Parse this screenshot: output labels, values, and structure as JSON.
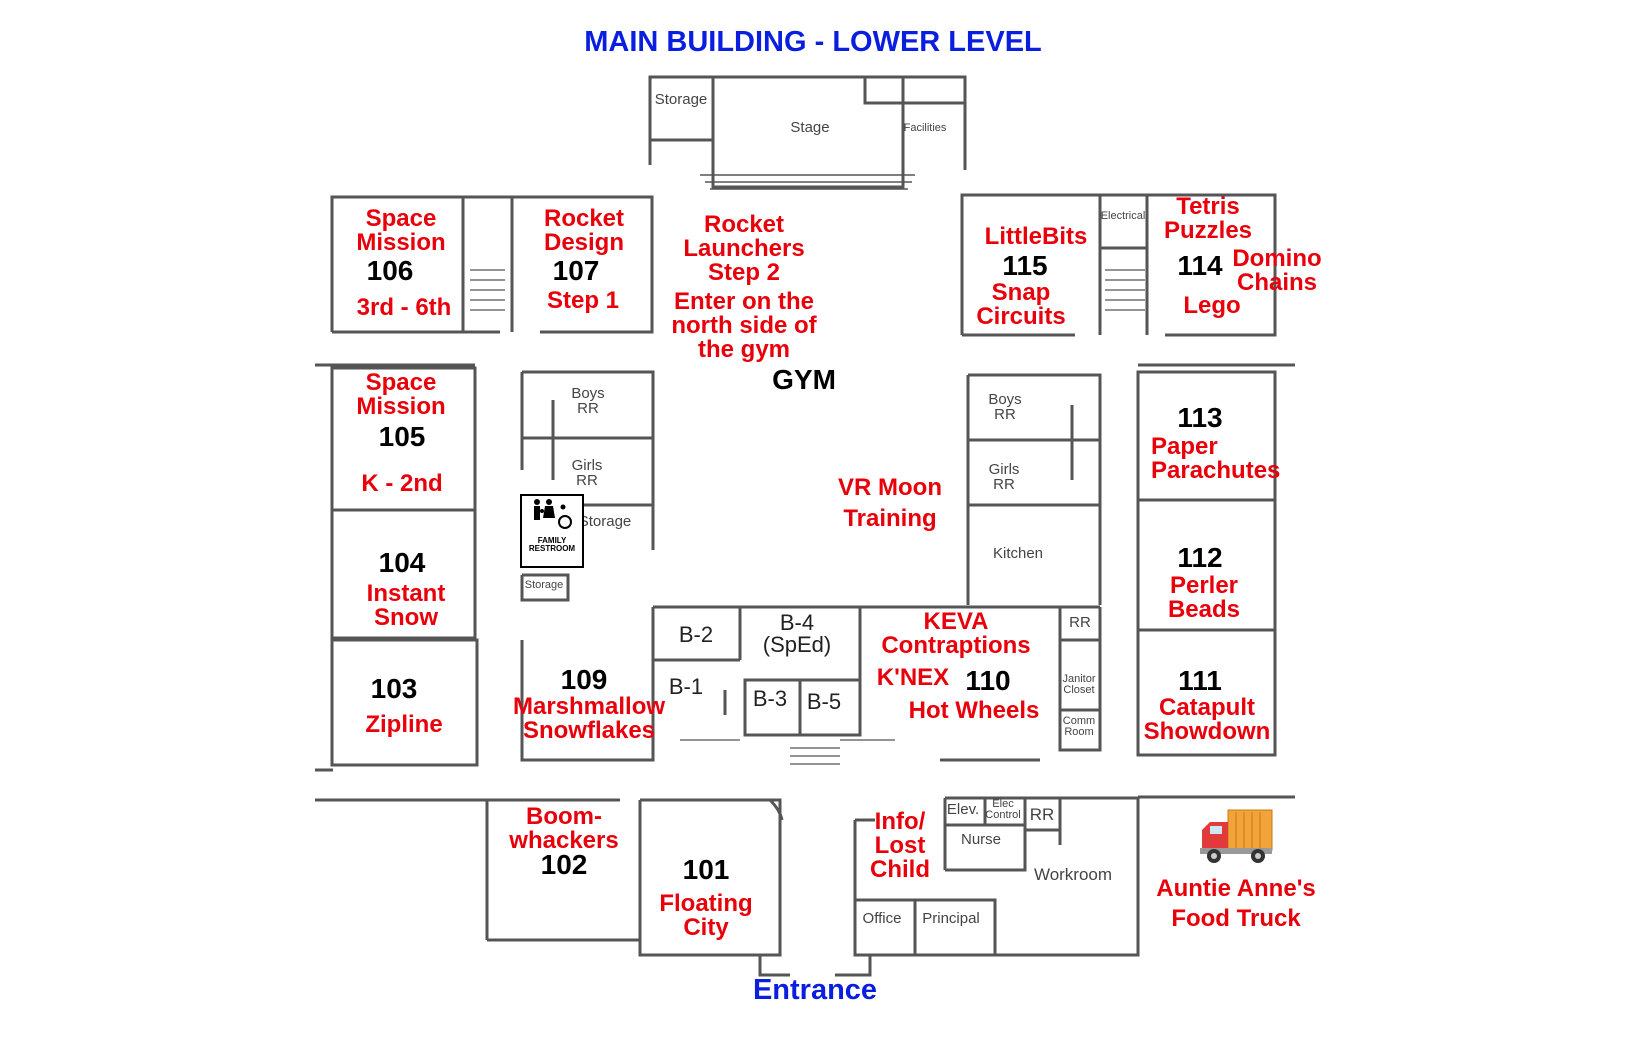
{
  "title": "MAIN BUILDING - LOWER LEVEL",
  "entrance": "Entrance",
  "gym": "GYM",
  "rooms": {
    "r106": {
      "number": "106",
      "activity": "Space\nMission",
      "note": "3rd - 6th"
    },
    "r107": {
      "number": "107",
      "activity": "Rocket\nDesign",
      "note": "Step 1"
    },
    "gym_activity": {
      "activity": "Rocket\nLaunchers\nStep 2",
      "note": "Enter on the\nnorth side of\nthe gym"
    },
    "r115": {
      "number": "115",
      "activity": "LittleBits",
      "note": "Snap\nCircuits"
    },
    "r114": {
      "number": "114",
      "activity": "Tetris\nPuzzles",
      "note": "Domino\nChains",
      "extra": "Lego"
    },
    "r105": {
      "number": "105",
      "activity": "Space\nMission",
      "note": "K - 2nd"
    },
    "r113": {
      "number": "113",
      "activity": "Paper\nParachutes"
    },
    "vr": {
      "activity": "VR Moon\nTraining"
    },
    "r104": {
      "number": "104",
      "activity": "Instant\nSnow"
    },
    "r112": {
      "number": "112",
      "activity": "Perler\nBeads"
    },
    "r110": {
      "number": "110",
      "activity": "KEVA\nContraptions",
      "note": "K'NEX",
      "extra": "Hot Wheels"
    },
    "r103": {
      "number": "103",
      "activity": "Zipline"
    },
    "r109": {
      "number": "109",
      "activity": "Marshmallow\nSnowflakes"
    },
    "r111": {
      "number": "111",
      "activity": "Catapult\nShowdown"
    },
    "r102": {
      "number": "102",
      "activity": "Boom-\nwhackers"
    },
    "r101": {
      "number": "101",
      "activity": "Floating\nCity"
    },
    "info": {
      "activity": "Info/\nLost\nChild"
    },
    "truck": {
      "activity": "Auntie Anne's\nFood Truck"
    }
  },
  "b_rooms": [
    "B-1",
    "B-2",
    "B-3",
    "B-4\n(SpEd)",
    "B-5"
  ],
  "plan_labels": {
    "storage": "Storage",
    "stage": "Stage",
    "facilities": "Facilities",
    "boys_rr": "Boys\nRR",
    "girls_rr": "Girls\nRR",
    "kitchen": "Kitchen",
    "electrical": "Electrical",
    "rr": "RR",
    "janitor": "Janitor\nCloset",
    "comm": "Comm\nRoom",
    "elev": "Elev.",
    "elec_control": "Elec\nControl",
    "nurse": "Nurse",
    "workroom": "Workroom",
    "office": "Office",
    "principal": "Principal"
  },
  "family_restroom": "FAMILY\nRESTROOM",
  "colors": {
    "activity": "#e8000b",
    "title": "#0a1ee0",
    "wall": "#555555"
  }
}
